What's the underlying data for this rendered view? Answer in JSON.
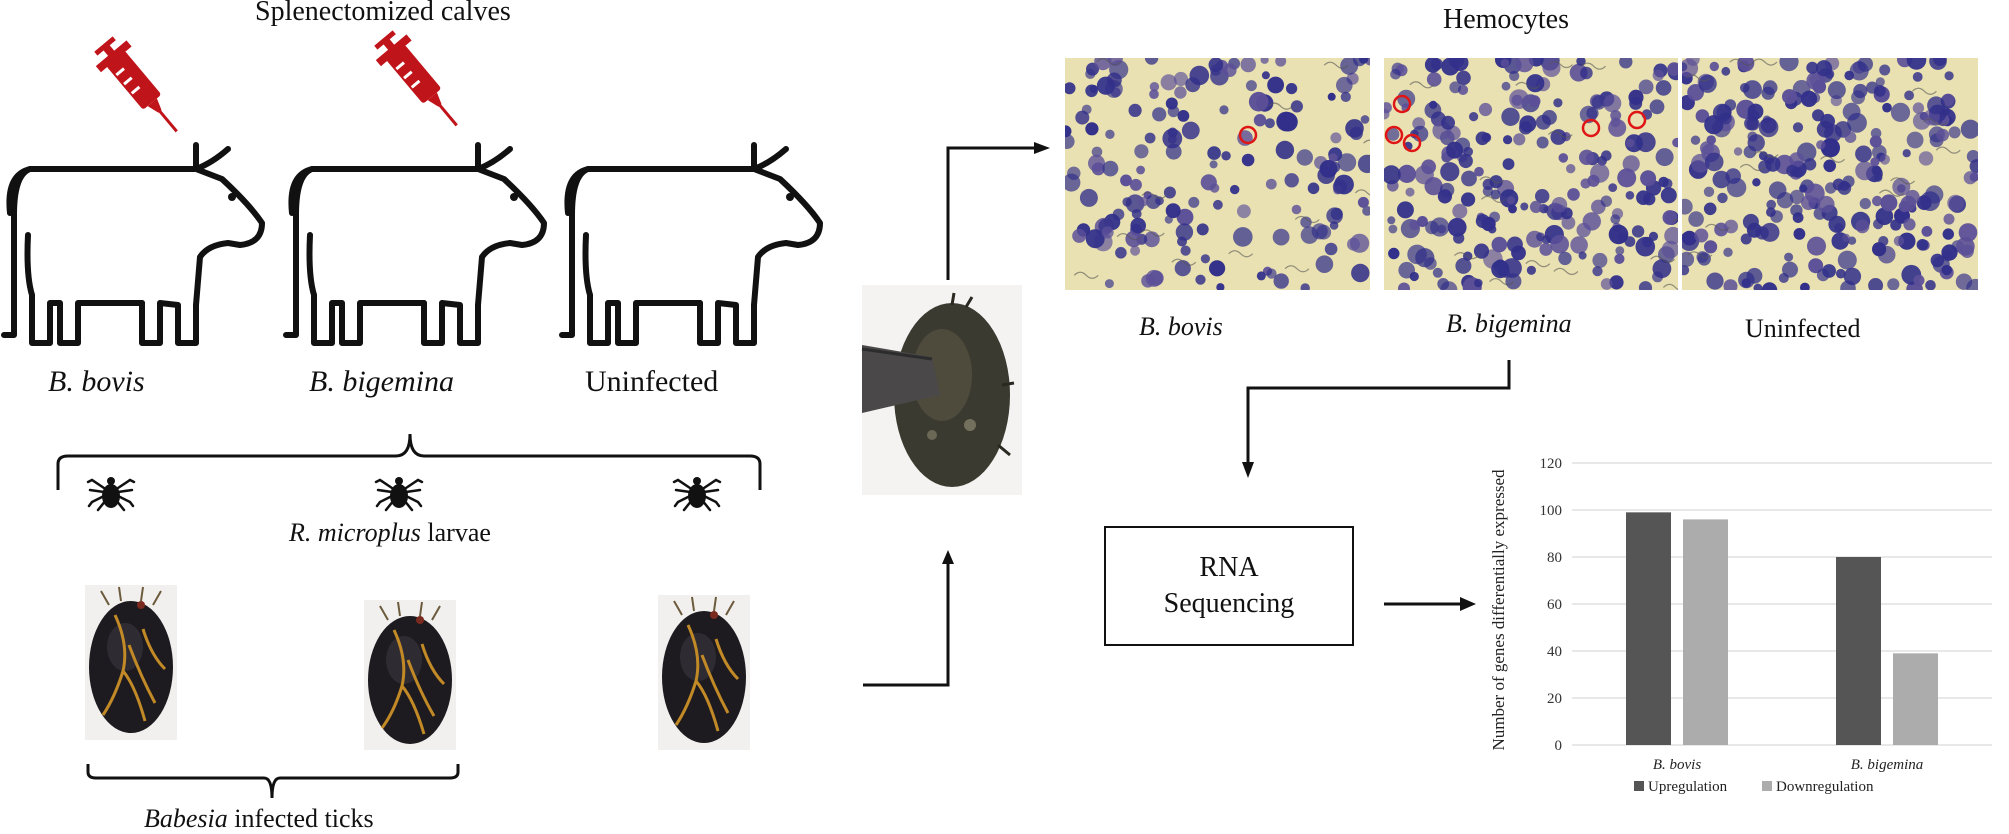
{
  "header": {
    "calves_title": "Splenectomized calves"
  },
  "calves": [
    {
      "label": "B. bovis",
      "italic": true,
      "injected": true
    },
    {
      "label": "B. bigemina",
      "italic": true,
      "injected": true
    },
    {
      "label": "Uninfected",
      "italic": false,
      "injected": false
    }
  ],
  "larvae": {
    "species": "R. microplus",
    "suffix": " larvae"
  },
  "infected_ticks": {
    "genus": "Babesia",
    "suffix": " infected ticks"
  },
  "hemocytes": {
    "title": "Hemocytes",
    "panels": [
      {
        "label": "B. bovis",
        "italic": true
      },
      {
        "label": "B. bigemina",
        "italic": true
      },
      {
        "label": "Uninfected",
        "italic": false
      }
    ]
  },
  "rna_box": {
    "line1": "RNA",
    "line2": "Sequencing"
  },
  "colors": {
    "syringe": "#c0141b",
    "upregulation": "#555555",
    "downregulation": "#acacac",
    "micro_bg": "#e9e1b1",
    "cell": "#32308a",
    "circle": "#e01515"
  },
  "chart_data": {
    "type": "bar",
    "categories": [
      "B. bovis",
      "B. bigemina"
    ],
    "series": [
      {
        "name": "Upregulation",
        "values": [
          99,
          80
        ]
      },
      {
        "name": "Downregulation",
        "values": [
          96,
          39
        ]
      }
    ],
    "ylabel": "Number of genes differentially expressed",
    "ylim": [
      0,
      120
    ],
    "yticks": [
      0,
      20,
      40,
      60,
      80,
      100,
      120
    ],
    "legend": "bottom",
    "grid": true
  }
}
